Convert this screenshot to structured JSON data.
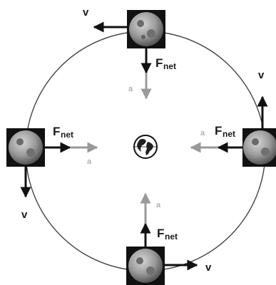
{
  "diagram": {
    "velocity_label": "v",
    "force_label_main": "F",
    "force_label_sub": "net",
    "acceleration_label": "a",
    "colors": {
      "orbit": "#444444",
      "velocity_arrow": "#111111",
      "force_arrow": "#111111",
      "acceleration_arrow": "#9a9a9a",
      "moon_frame": "#111111",
      "moon_fill": "#8c8c8c"
    },
    "center_body": "earth-globe",
    "moon_positions": [
      "top",
      "right",
      "bottom",
      "left"
    ]
  }
}
